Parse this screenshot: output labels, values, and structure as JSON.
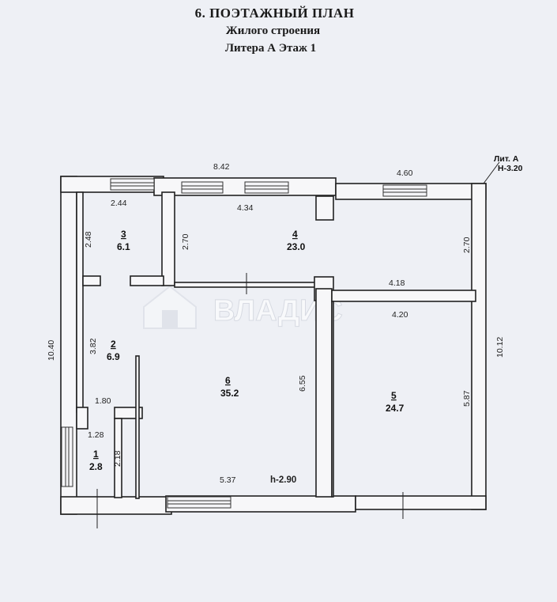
{
  "title": {
    "line1": "6. ПОЭТАЖНЫЙ ПЛАН",
    "line2": "Жилого строения",
    "line3": "Литера А Этаж 1"
  },
  "marker": {
    "lit": "Лит. А",
    "height": "Н-3.20"
  },
  "watermark": "ВЛАДИС",
  "rooms": [
    {
      "num": "1",
      "area": "2.8"
    },
    {
      "num": "2",
      "area": "6.9"
    },
    {
      "num": "3",
      "area": "6.1"
    },
    {
      "num": "4",
      "area": "23.0"
    },
    {
      "num": "5",
      "area": "24.7"
    },
    {
      "num": "6",
      "area": "35.2"
    }
  ],
  "dims": {
    "top_total": "8.42",
    "top_right": "4.60",
    "r3_width": "2.44",
    "r3_height": "2.48",
    "r4_left": "2.70",
    "r4_width": "4.34",
    "r4_right": "2.70",
    "r4_bottom": "4.18",
    "r5_width": "4.20",
    "r5_height": "5.87",
    "left_total": "10.40",
    "right_total": "10.12",
    "r2_height": "3.82",
    "r2_width": "1.80",
    "r1_width": "1.28",
    "r1_height": "2.18",
    "r6_height": "6.55",
    "r6_width": "5.37",
    "ceiling": "h-2.90"
  }
}
